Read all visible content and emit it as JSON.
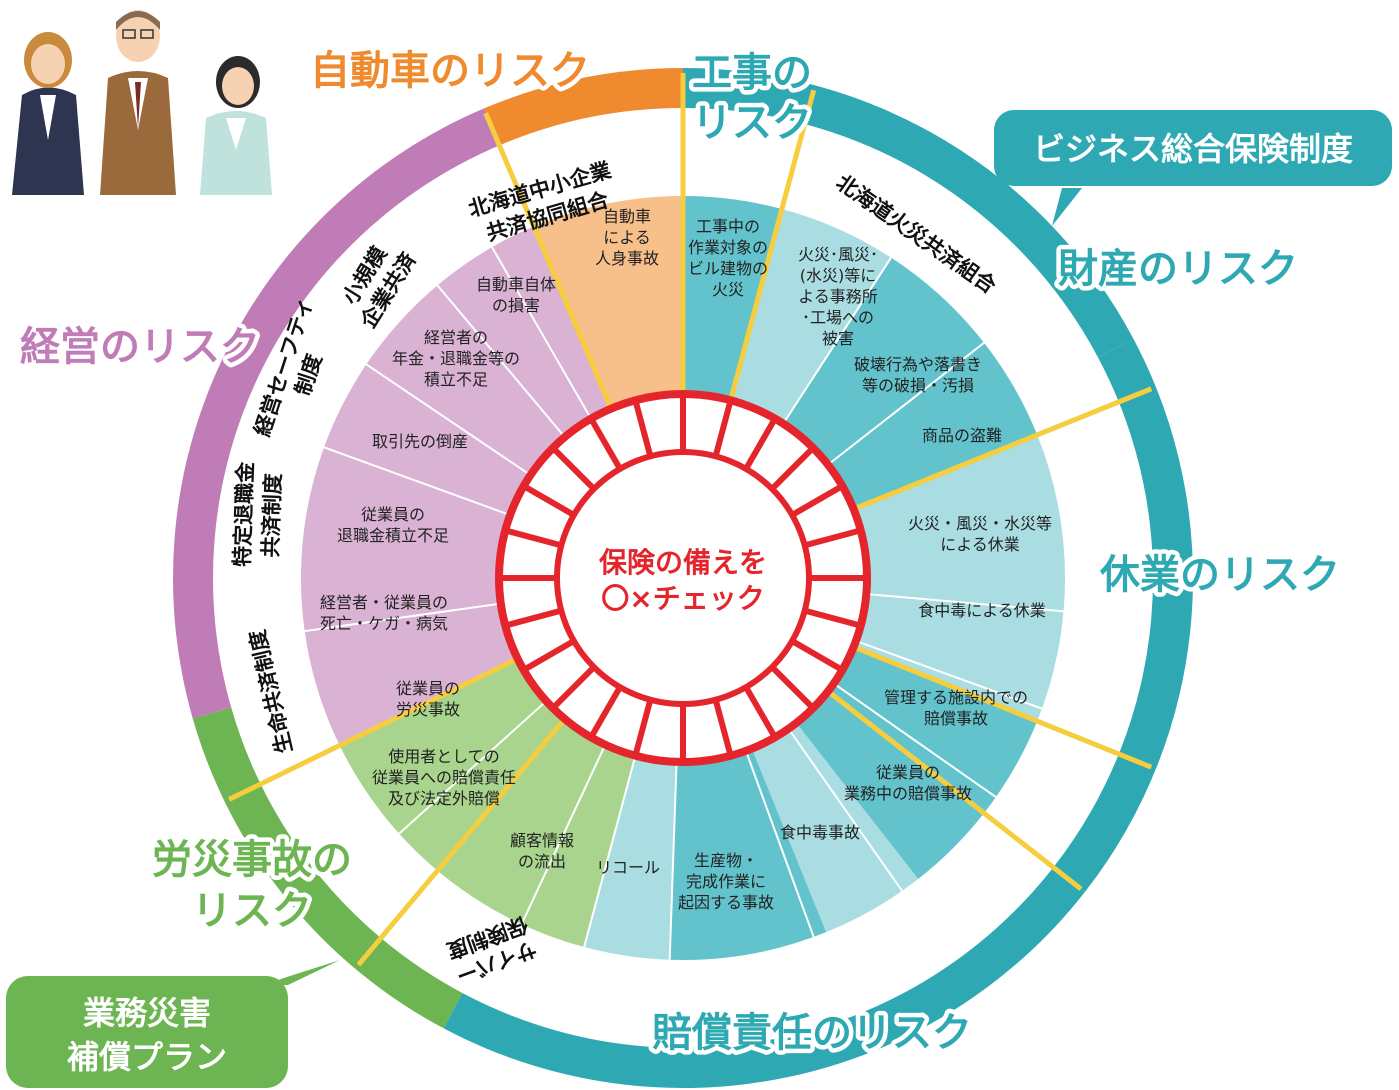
{
  "colors": {
    "orange": "#ef8a2e",
    "orange_light": "#f7bf8a",
    "teal": "#2ea9b3",
    "teal_mid": "#62c3cc",
    "teal_light": "#a9dde2",
    "purple": "#c07cb7",
    "purple_light": "#d9b2d4",
    "green": "#6cb552",
    "green_light": "#a9d48d",
    "red": "#e5252c",
    "yellow": "#f6cd3f"
  },
  "center": {
    "line1": "保険の備えを",
    "line2": "〇×チェック"
  },
  "categories": {
    "auto": "自動車のリスク",
    "construction_1": "工事の",
    "construction_2": "リスク",
    "property": "財産のリスク",
    "business_interruption": "休業のリスク",
    "liability": "賠償責任のリスク",
    "labor_1": "労災事故の",
    "labor_2": "リスク",
    "management": "経営のリスク"
  },
  "badges": {
    "business": "ビジネス総合保険制度",
    "workers_1": "業務災害",
    "workers_2": "補償プラン"
  },
  "systems": {
    "hokkaido_chusho_1": "北海道中小企業",
    "hokkaido_chusho_2": "共済協同組合",
    "hokkaido_kasai": "北海道火災共済組合",
    "shokibo_1": "小規模",
    "shokibo_2": "企業共済",
    "keiei_safety_1": "経営セーフティ",
    "keiei_safety_2": "制度",
    "tokutei_1": "特定退職金",
    "tokutei_2": "共済制度",
    "seimei": "生命共済制度",
    "cyber_1": "サイバー",
    "cyber_2": "保険制度"
  },
  "risks": {
    "auto_personal": [
      "自動車",
      "による",
      "人身事故"
    ],
    "auto_damage": [
      "自動車自体",
      "の損害"
    ],
    "construction_fire": [
      "工事中の",
      "作業対象の",
      "ビル建物の",
      "火災"
    ],
    "fire_office": [
      "火災･風災･",
      "(水災)等に",
      "よる事務所",
      "･工場への",
      "被害"
    ],
    "vandalism": [
      "破壊行為や落書き",
      "等の破損・汚損"
    ],
    "theft": [
      "商品の盗難"
    ],
    "bi_fire": [
      "火災・風災・水災等",
      "による休業"
    ],
    "bi_food": [
      "食中毒による休業"
    ],
    "facility_liability": [
      "管理する施設内での",
      "賠償事故"
    ],
    "employee_liability": [
      "従業員の",
      "業務中の賠償事故"
    ],
    "food_poisoning": [
      "食中毒事故"
    ],
    "product_liability": [
      "生産物・",
      "完成作業に",
      "起因する事故"
    ],
    "recall": [
      "リコール"
    ],
    "data_leak": [
      "顧客情報",
      "の流出"
    ],
    "employer_liability": [
      "使用者としての",
      "従業員への賠償責任",
      "及び法定外賠償"
    ],
    "labor_accident": [
      "従業員の",
      "労災事故"
    ],
    "death": [
      "経営者・従業員の",
      "死亡・ケガ・病気"
    ],
    "retirement": [
      "従業員の",
      "退職金積立不足"
    ],
    "bankruptcy": [
      "取引先の倒産"
    ],
    "pension": [
      "経営者の",
      "年金・退職金等の",
      "積立不足"
    ]
  }
}
